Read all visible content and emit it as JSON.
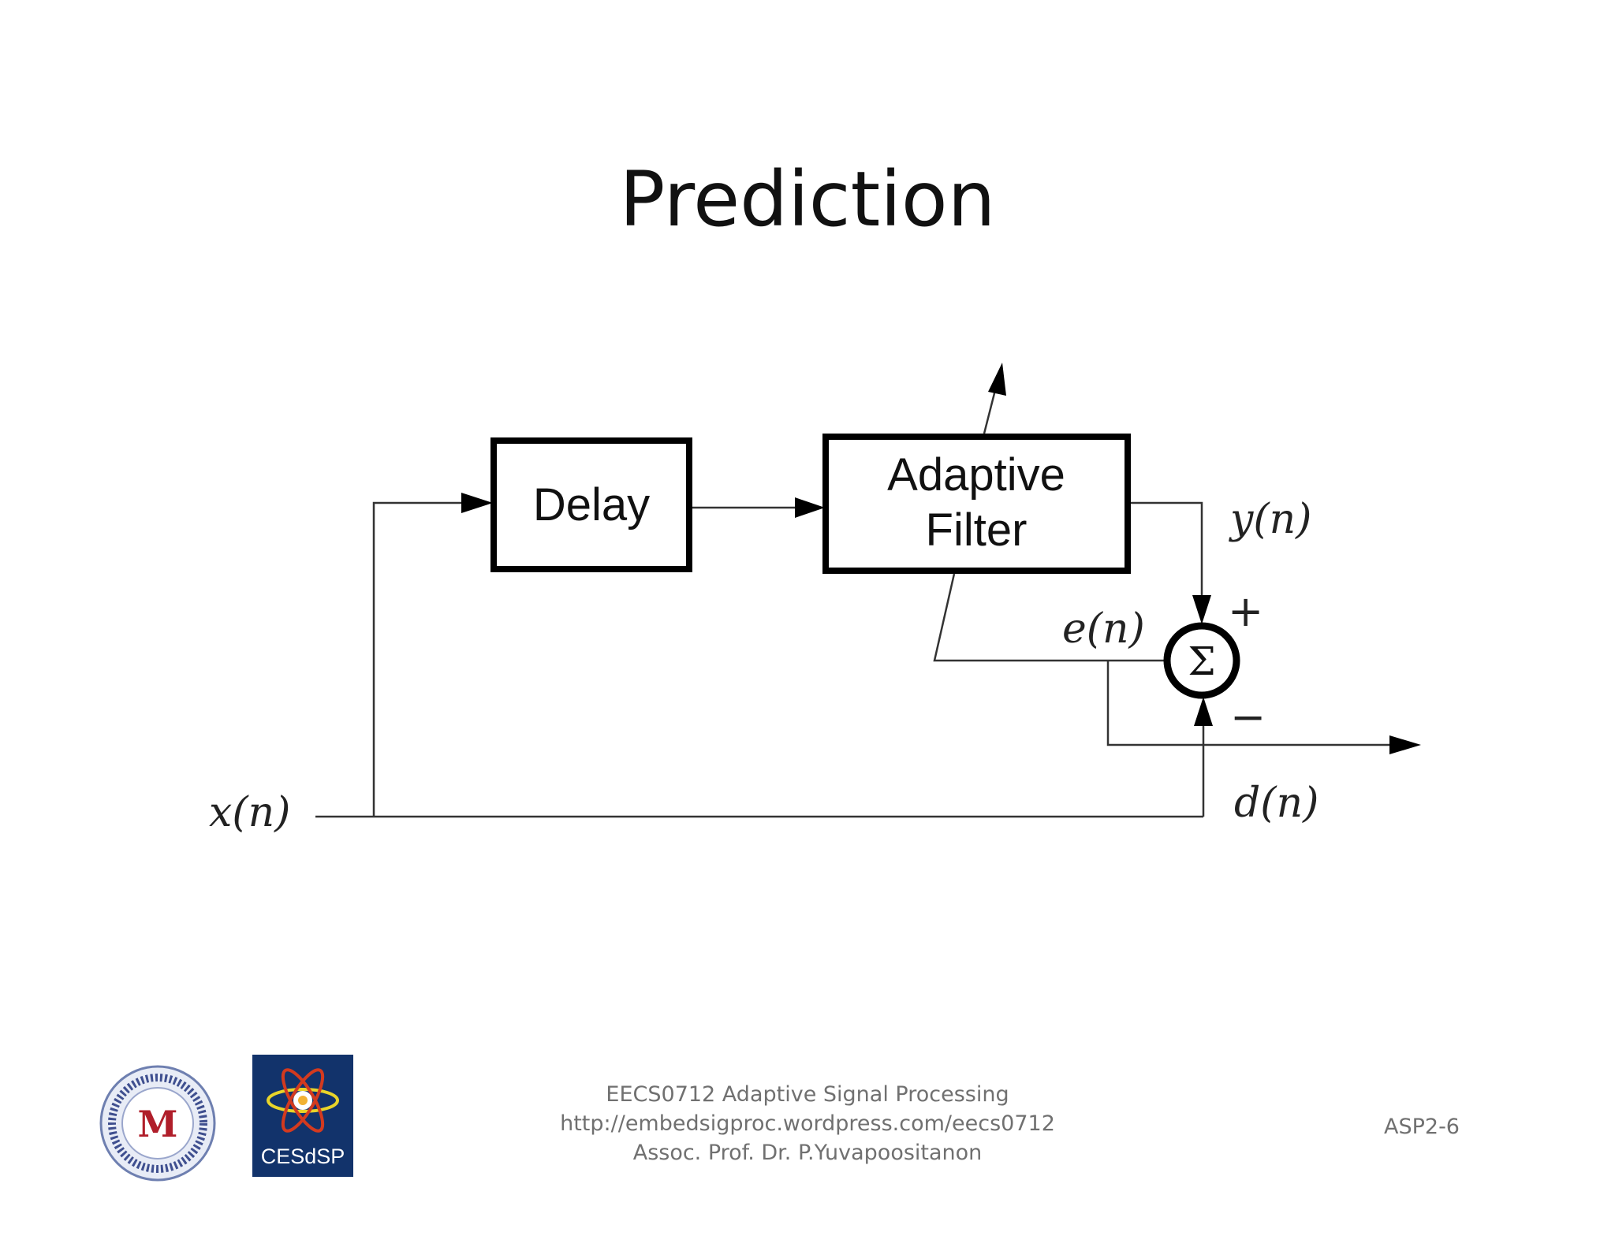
{
  "slide": {
    "title": "Prediction"
  },
  "diagram": {
    "blocks": {
      "delay": "Delay",
      "adaptive_filter_line1": "Adaptive",
      "adaptive_filter_line2": "Filter"
    },
    "summer_symbol": "Σ",
    "signals": {
      "input": "x(n)",
      "output": "y(n)",
      "error": "e(n)",
      "desired": "d(n)"
    },
    "signs": {
      "plus": "+",
      "minus": "−"
    }
  },
  "footer": {
    "course": "EECS0712 Adaptive Signal Processing",
    "url": "http://embedsigproc.wordpress.com/eecs0712",
    "author": "Assoc. Prof. Dr. P.Yuvapoositanon",
    "page": "ASP2-6",
    "logo_text": "CESdSP",
    "seal_letter": "M"
  }
}
